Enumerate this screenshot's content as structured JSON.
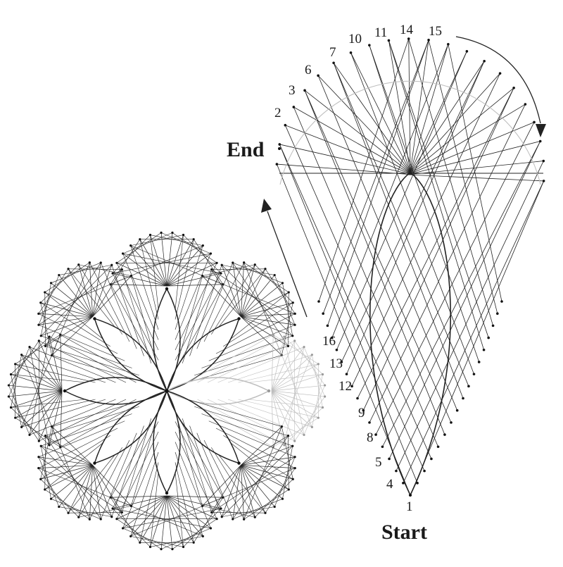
{
  "petal_pattern": {
    "start_label": "Start",
    "end_label": "End",
    "left_numbers": [
      "16",
      "13",
      "12",
      "9",
      "8",
      "5",
      "4",
      "1"
    ],
    "top_numbers": [
      "2",
      "3",
      "6",
      "7",
      "10",
      "11",
      "14",
      "15"
    ]
  },
  "colors": {
    "thread": "#222222",
    "pin": "#111111",
    "faded_thread": "#bdbdbd"
  },
  "flower": {
    "petal_count": 8
  }
}
